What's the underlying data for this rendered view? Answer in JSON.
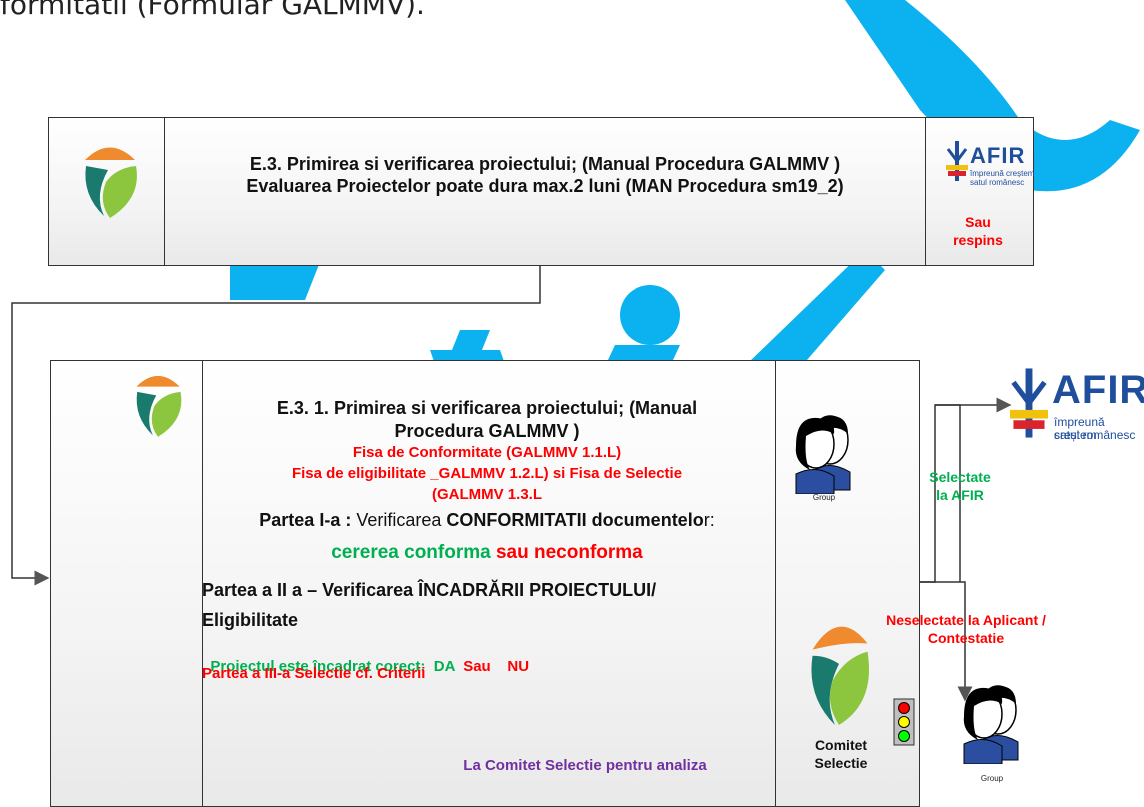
{
  "heading": "formitatii (Formular GALMMV).",
  "top_box": {
    "line1": "E.3. Primirea si verificarea proiectului; (Manual Procedura GALMMV )",
    "line2": "Evaluarea Proiectelor poate dura max.2 luni (MAN Procedura sm19_2)",
    "afir_name": "AFIR",
    "afir_tag1": "împreună creștem",
    "afir_tag2": "satul românesc",
    "side1": "Sau",
    "side2": "respins"
  },
  "main_box": {
    "title1": "E.3. 1. Primirea si verificarea proiectului; (Manual",
    "title2": "Procedura GALMMV )",
    "fisa1": "Fisa de Conformitate (GALMMV 1.1.L)",
    "fisa2": "Fisa de eligibilitate _GALMMV 1.2.L)  si Fisa de Selectie",
    "fisa3": "(GALMMV 1.3.L",
    "p1_bold": "Partea  I-a :",
    "p1_norm": " Verificarea ",
    "p1_bold2": "CONFORMITATII documentelo",
    "p1_norm2": "r:",
    "conf_green": "cererea conforma",
    "conf_red": " sau neconforma",
    "p2_line1": "Partea a II a – Verificarea  ÎNCADRĂRII PROIECTULUI/",
    "p2_line2": "Eligibilitate",
    "incadrat": "Proiectul este încadrat corect:  DA",
    "sau": "  Sau    NU",
    "p3": "Partea a III-a Selectie cf. Criterii",
    "comitet_note": "La Comitet Selectie pentru analiza",
    "group_label": "Group",
    "comitet1": "Comitet",
    "comitet2": "Selectie"
  },
  "right_side": {
    "afir_name": "AFIR",
    "afir_tag1": "împreună creștem",
    "afir_tag2": "satul românesc",
    "selectate1": "Selectate",
    "selectate2": "la AFIR",
    "neselectate1": "Neselectate la Aplicant /",
    "neselectate2": "Contestatie",
    "group_label": "Group"
  },
  "colors": {
    "red": "#ff0000",
    "green": "#00b050",
    "purple": "#7030a0",
    "watermark": "#00aeef"
  }
}
